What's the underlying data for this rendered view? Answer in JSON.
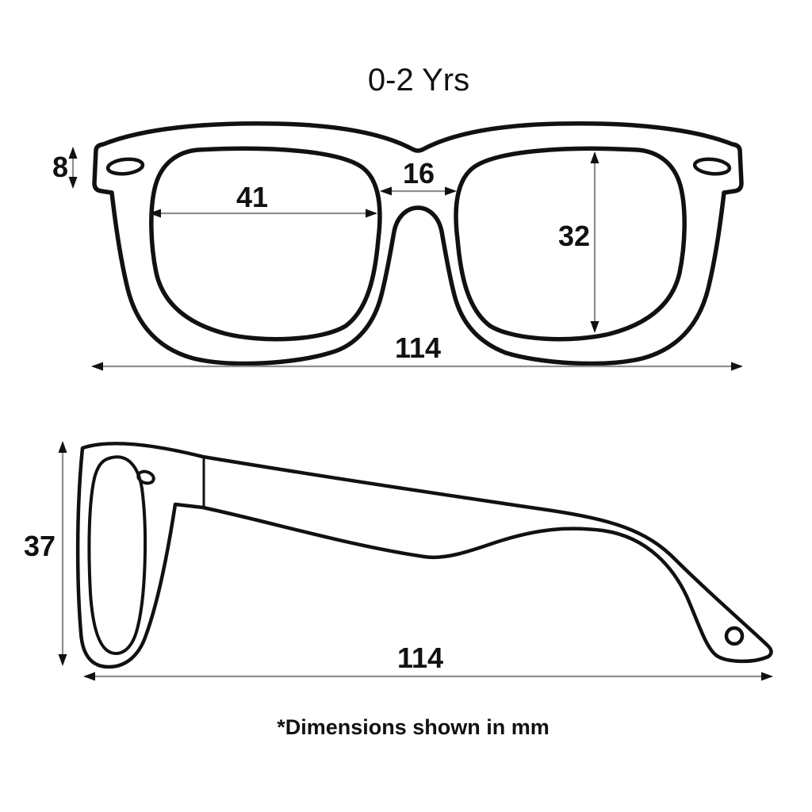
{
  "title": "0-2 Yrs",
  "front_view": {
    "dimensions": {
      "endpiece_height": "8",
      "lens_width": "41",
      "bridge_width": "16",
      "lens_height": "32",
      "frame_width": "114"
    }
  },
  "side_view": {
    "dimensions": {
      "frame_height": "37",
      "temple_length": "114"
    }
  },
  "footnote": "*Dimensions shown in mm",
  "colors": {
    "background": "#ffffff",
    "line": "#111111",
    "dimension_line": "#8f8f8f",
    "arrowhead": "#111111",
    "text": "#111111"
  }
}
